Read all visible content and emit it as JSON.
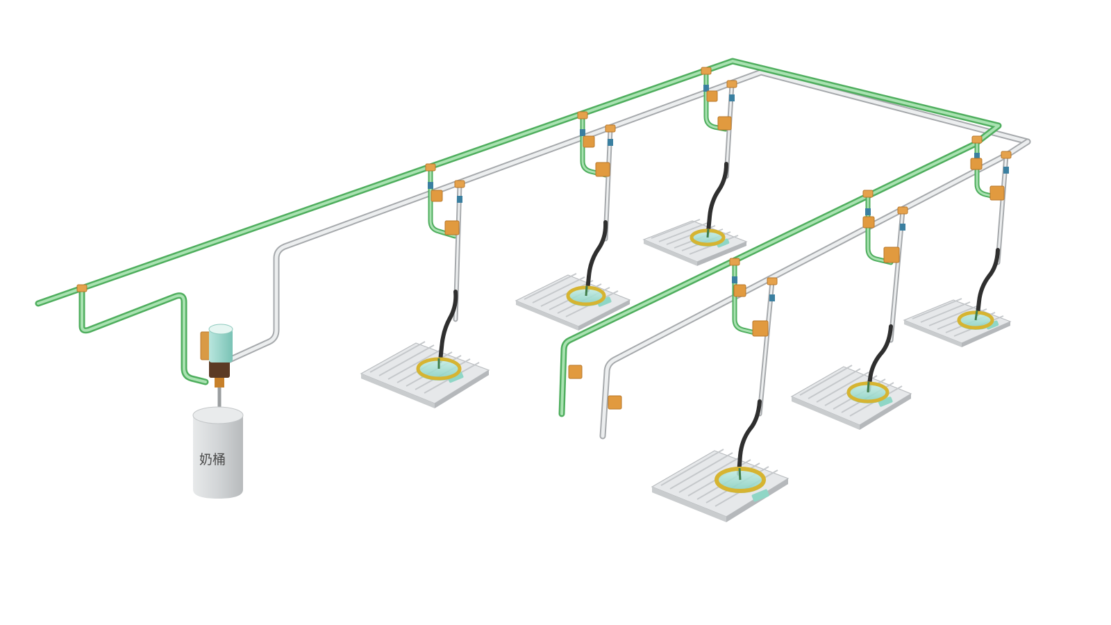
{
  "diagram": {
    "milk_bucket_label": "奶桶",
    "colors": {
      "background": "#ffffff",
      "supply_pipe": "#6cc47a",
      "supply_pipe_light": "#a8e0b0",
      "return_pipe": "#c9cbcd",
      "return_pipe_light": "#eef0f1",
      "fitting": "#e5a24c",
      "fitting_dark": "#c7802a",
      "valve_box": "#e19a3f",
      "hose": "#2f2f2f",
      "floor_grate": "#e4e6e8",
      "floor_slot": "#c8cbce",
      "feeder_ring": "#e0c23e",
      "feeder_tray": "#8fd6c6",
      "bucket": "#cfd2d4",
      "pump_top": "#9fd8cf",
      "pump_body": "#5b3a24"
    },
    "feeding_station_count": 6,
    "icons": [
      "milk-bucket",
      "pump-unit",
      "valve-box",
      "nipple-feeder",
      "slatted-floor"
    ]
  }
}
